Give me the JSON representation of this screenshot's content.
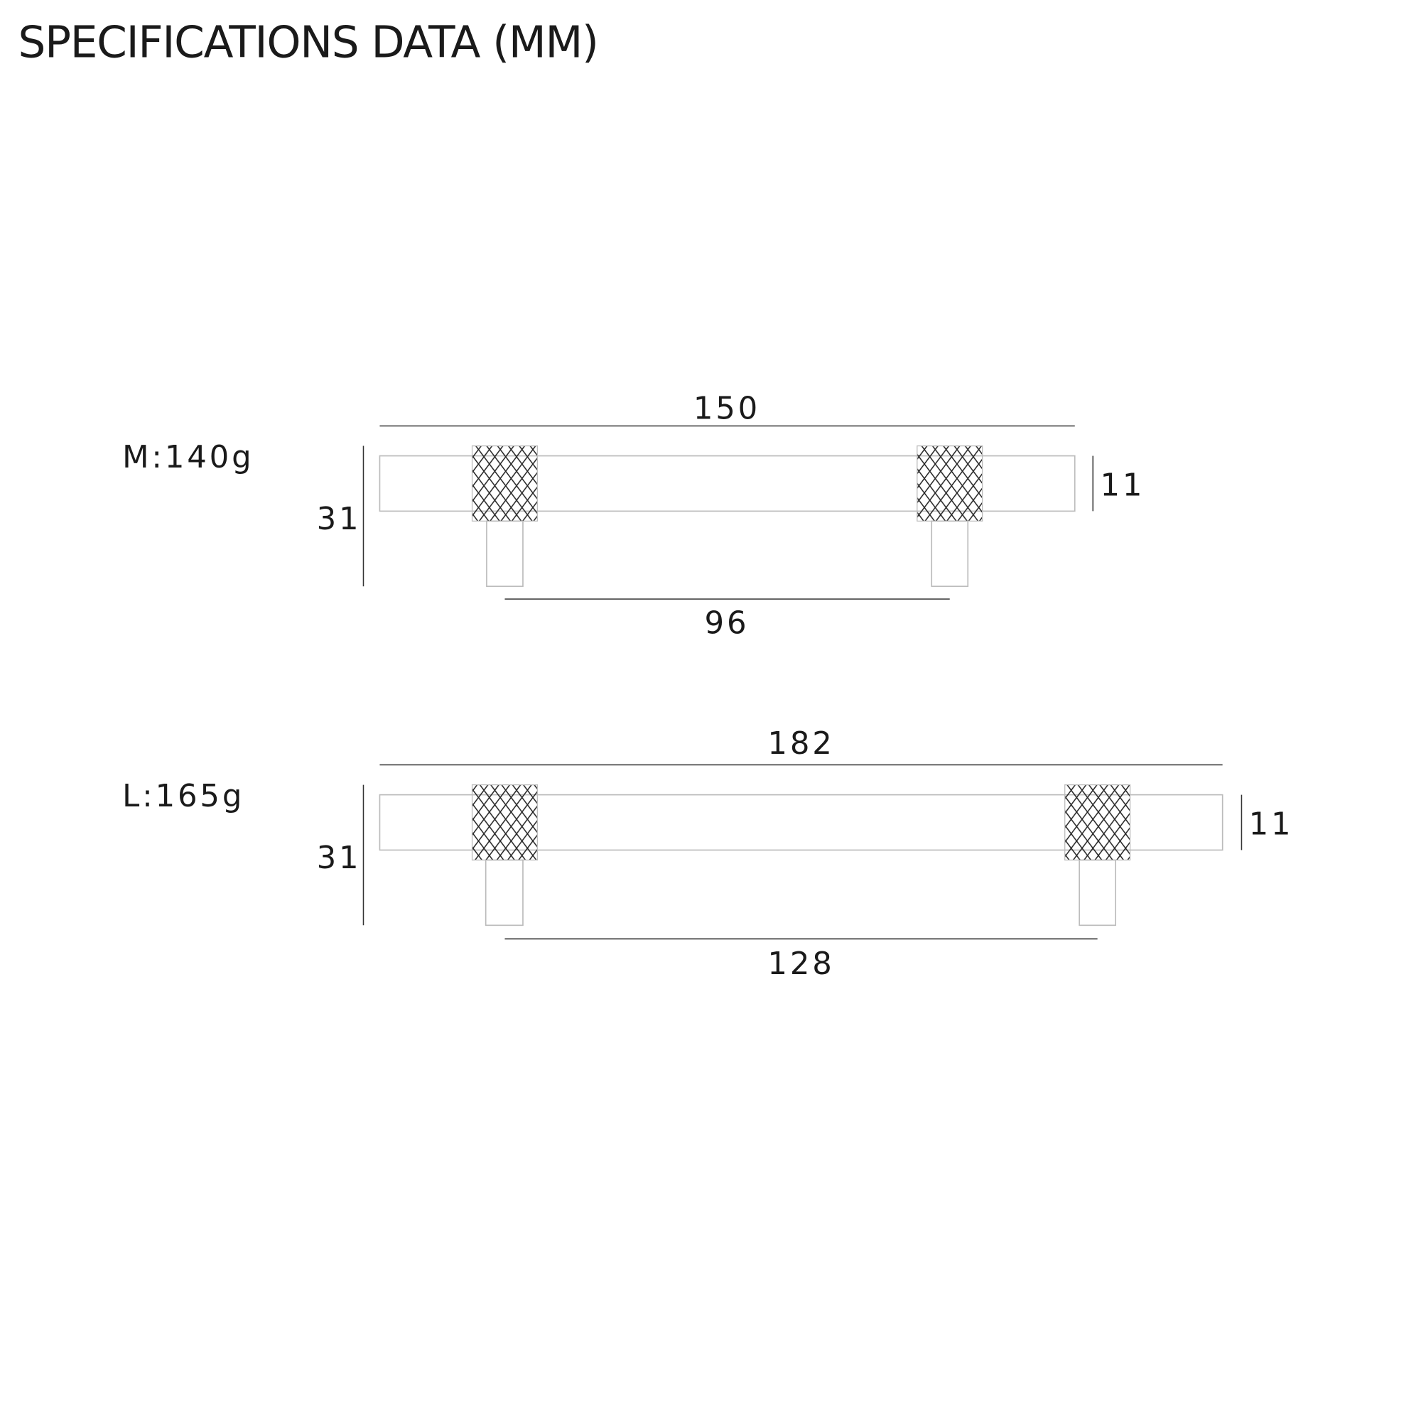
{
  "title": "SPECIFICATIONS DATA (MM)",
  "variants": [
    {
      "weight": "M:140g",
      "length": "150",
      "hole_spacing": "96",
      "height": "31",
      "diameter": "11"
    },
    {
      "weight": "L:165g",
      "length": "182",
      "hole_spacing": "128",
      "height": "31",
      "diameter": "11"
    }
  ]
}
